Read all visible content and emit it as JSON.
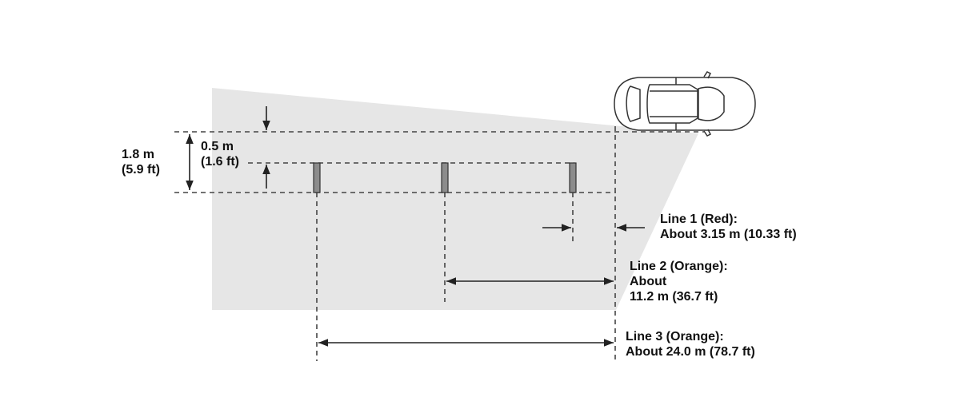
{
  "labels": {
    "height_total": [
      "1.8 m",
      "(5.9 ft)"
    ],
    "height_offset": [
      "0.5 m",
      "(1.6 ft)"
    ],
    "line1": [
      "Line 1 (Red):",
      "About 3.15 m (10.33 ft)"
    ],
    "line2": [
      "Line 2 (Orange):",
      "About",
      "11.2 m (36.7 ft)"
    ],
    "line3": [
      "Line 3 (Orange):",
      "About 24.0 m (78.7 ft)"
    ]
  },
  "colors": {
    "zone": "#e6e6e6",
    "line": "#222222",
    "pole": "#8c8c8c",
    "car_fill": "#ffffff"
  },
  "icons": {
    "vehicle": "car-top-view-icon",
    "pole": "marker-pole-icon"
  }
}
